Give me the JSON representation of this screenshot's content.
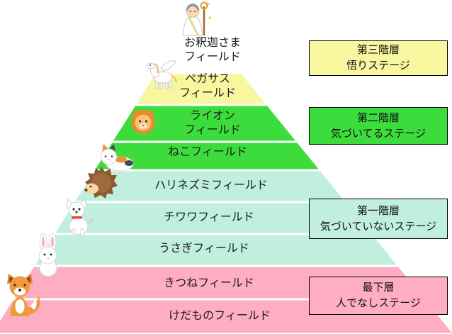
{
  "colors": {
    "white": "#ffffff",
    "yellow": "#f8f7a0",
    "green": "#3cdc3c",
    "mint": "#c0f0dd",
    "pink": "#ffadc3",
    "box_border": "#000000",
    "text": "#1c1c1c"
  },
  "pyramid": {
    "levels": [
      {
        "line1": "お釈迦さま",
        "line2": "フィールド",
        "icon": "buddha-icon"
      },
      {
        "line1": "ペガサス",
        "line2": "フィールド",
        "icon": "pegasus-icon"
      },
      {
        "line1": "ライオン",
        "line2": "フィールド",
        "icon": "lion-icon"
      },
      {
        "line1": "ねこフィールド",
        "line2": "",
        "icon": "cat-icon"
      },
      {
        "line1": "ハリネズミフィールド",
        "line2": "",
        "icon": "hedgehog-icon"
      },
      {
        "line1": "チワワフィールド",
        "line2": "",
        "icon": "chihuahua-icon"
      },
      {
        "line1": "うさぎフィールド",
        "line2": "",
        "icon": "rabbit-icon"
      },
      {
        "line1": "きつねフィールド",
        "line2": "",
        "icon": "fox-icon"
      },
      {
        "line1": "けだものフィールド",
        "line2": "",
        "icon": ""
      }
    ]
  },
  "tiers": [
    {
      "line1": "第三階層",
      "line2": "悟りステージ"
    },
    {
      "line1": "第二階層",
      "line2": "気づいてるステージ"
    },
    {
      "line1": "第一階層",
      "line2": "気づいていないステージ"
    },
    {
      "line1": "最下層",
      "line2": "人でなしステージ"
    }
  ]
}
